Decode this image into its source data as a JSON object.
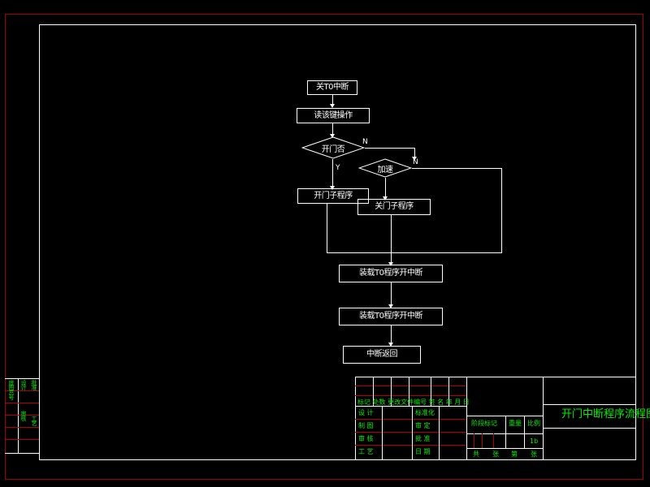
{
  "drawing": {
    "title": "开门中断程序流程图",
    "frame_color": "#ffffff",
    "border_color": "#a00000",
    "text_color": "#00ee00",
    "background": "#000000"
  },
  "flowchart": {
    "nodes": [
      {
        "id": "n1",
        "type": "process",
        "label": "关T0中断"
      },
      {
        "id": "n2",
        "type": "process",
        "label": "读该键操作"
      },
      {
        "id": "n3",
        "type": "decision",
        "label": "开门否"
      },
      {
        "id": "n4",
        "type": "decision",
        "label": "加速"
      },
      {
        "id": "n5",
        "type": "process",
        "label": "开门子程序"
      },
      {
        "id": "n6",
        "type": "process",
        "label": "关门子程序"
      },
      {
        "id": "n7",
        "type": "process",
        "label": "装载T0程序开中断"
      },
      {
        "id": "n8",
        "type": "process",
        "label": "装载T0程序开中断"
      },
      {
        "id": "n9",
        "type": "process",
        "label": "中断返回"
      }
    ],
    "edge_labels": {
      "n3_no": "N",
      "n3_yes": "Y",
      "n4_no": "N"
    }
  },
  "title_block": {
    "revision_header": "标记 处数  更改文件编号   签 名  年  月  日",
    "left_rows": [
      "设 计",
      "制 图",
      "审 核",
      "工 艺"
    ],
    "right_rows": [
      "标准化",
      "审 定",
      "批 准",
      "日 期"
    ],
    "stage_headers": [
      "阶段标记",
      "重量",
      "比例"
    ],
    "scale_value": "1b",
    "sheet_row": [
      "共",
      "张",
      "第",
      "张"
    ]
  },
  "left_margin": {
    "col_a": [
      "底图总号",
      "旧底图总号",
      "签字",
      "日期"
    ],
    "col_b": [
      "设计",
      "审核",
      "批准",
      "工艺",
      "标准化",
      "更改"
    ]
  }
}
